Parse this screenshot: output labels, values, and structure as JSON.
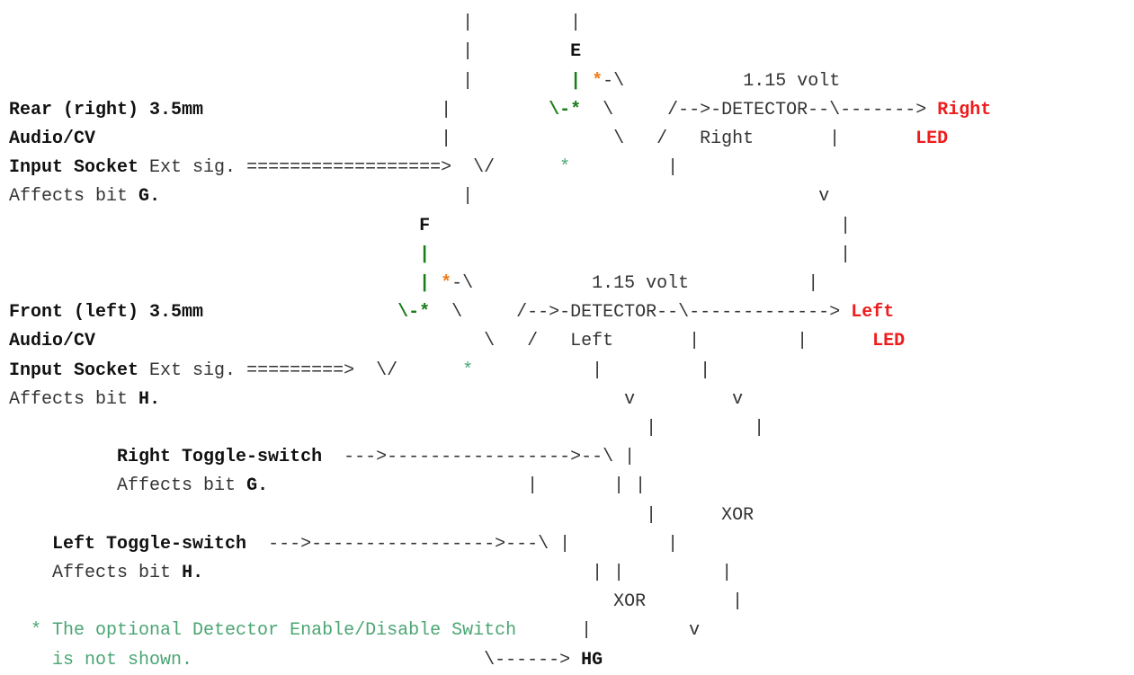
{
  "colors": {
    "line_text": "#333333",
    "bold_text": "#111111",
    "led_label": "#ee1c1c",
    "enable_path": "#1a7d1a",
    "enable_star": "#f07d1a",
    "footnote": "#4aa673"
  },
  "inputs": {
    "rear": {
      "line1": "Rear (right) 3.5mm",
      "line2": "Audio/CV",
      "line3_bold": "Input Socket",
      "ext_sig": "Ext sig.",
      "affects_prefix": "Affects bit",
      "bit": "G",
      "period": "."
    },
    "front": {
      "line1": "Front (left) 3.5mm",
      "line2": "Audio/CV",
      "line3_bold": "Input Socket",
      "ext_sig": "Ext sig.",
      "affects_prefix": "Affects bit",
      "bit": "H",
      "period": "."
    }
  },
  "gates": {
    "upper": "E",
    "lower": "F"
  },
  "detectors": {
    "right": {
      "voltage": "1.15 volt",
      "label": "DETECTOR",
      "name": "Right",
      "note_mark": "*"
    },
    "left": {
      "voltage": "1.15 volt",
      "label": "DETECTOR",
      "name": "Left",
      "note_mark": "*"
    }
  },
  "leds": {
    "right": {
      "line1": "Right",
      "line2": "LED"
    },
    "left": {
      "line1": "Left",
      "line2": "LED"
    }
  },
  "toggles": {
    "right": {
      "label": "Right Toggle-switch",
      "affects_prefix": "Affects bit",
      "bit": "G",
      "period": "."
    },
    "left": {
      "label": "Left Toggle-switch",
      "affects_prefix": "Affects bit",
      "bit": "H",
      "period": "."
    }
  },
  "xor_label": "XOR",
  "output_label": "HG",
  "footnote": {
    "line1": "* The optional Detector Enable/Disable Switch",
    "line2": "is not shown."
  }
}
